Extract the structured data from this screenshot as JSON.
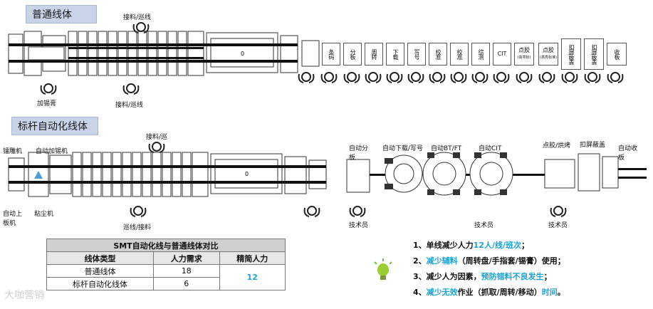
{
  "sections": {
    "normal_title": "普通线体",
    "benchmark_title": "标杆自动化线体"
  },
  "normal_line": {
    "labels": {
      "top_feed": "接料/巡线",
      "solder": "加锡膏",
      "bottom_feed": "接料/巡线",
      "oven": "0"
    },
    "stations": [
      "条码",
      "分板",
      "周转",
      "下载",
      "写号",
      "校准",
      "校准",
      "综测",
      "CIT",
      "点胶",
      "点胶",
      "扣屏蔽盖",
      "扣屏蔽盖",
      "收板"
    ],
    "station_subs": [
      "",
      "",
      "",
      "",
      "",
      "",
      "",
      "",
      "",
      "(高亮标)",
      "(高亮标准)",
      "",
      "",
      ""
    ]
  },
  "auto_line": {
    "labels": {
      "feeder": "镭雕机",
      "auto_solder": "自动加锡机",
      "auto_loader": "自动上板机",
      "dust": "粘尘机",
      "top_feed": "接料/巡",
      "bottom_feed": "巡线/接料",
      "auto_split": "自动分板",
      "auto_download": "自动下载/写号",
      "auto_bt": "自动BT/FT",
      "auto_cit": "自动CIT",
      "dispense": "点胶/烘烤",
      "shield": "扣屏蔽盖",
      "auto_collect": "自动收板",
      "tech1": "技术员",
      "tech2": "技术员",
      "tech3": "技术员",
      "oven": "0"
    }
  },
  "comparison": {
    "title": "SMT自动化线与普通线体对比",
    "headers": [
      "线体类型",
      "人力需求",
      "精简人力"
    ],
    "rows": [
      {
        "type": "普通线体",
        "need": "18"
      },
      {
        "type": "标杆自动化线体",
        "need": "6"
      }
    ],
    "reduction": "12"
  },
  "notes": [
    {
      "pre": "1、单线减少人力",
      "hl": "12人/线/班次",
      "post": "；"
    },
    {
      "pre": "2、",
      "hl": "减少辅料",
      "post": "（周转盘/手指套/锡膏）使用；"
    },
    {
      "pre": "3、减少人为因素，",
      "hl": "预防错料不良发生",
      "post": "；"
    },
    {
      "pre": "4、",
      "hl": "减少无效",
      "post": "作业（抓取/周转/移动）",
      "hl2": "时间",
      "post2": "。"
    }
  ],
  "watermark": "大咖营销",
  "colors": {
    "highlight": "#1aa3d9",
    "tag_bg": "#c9d3e8"
  }
}
